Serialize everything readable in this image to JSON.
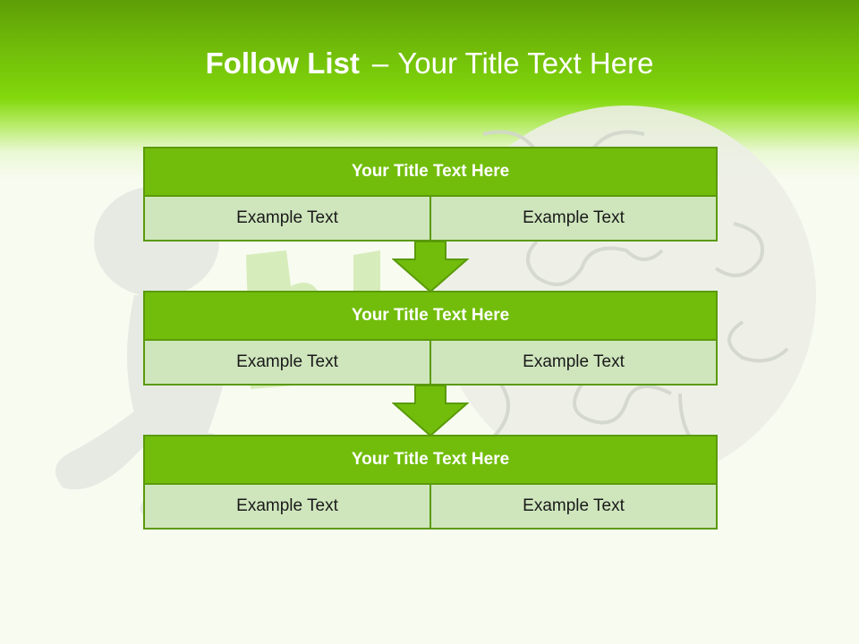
{
  "header": {
    "title_bold": "Follow List",
    "title_dash": "–",
    "title_rest": "Your Title Text Here"
  },
  "steps": [
    {
      "title": "Your Title Text Here",
      "cells": [
        "Example Text",
        "Example Text"
      ]
    },
    {
      "title": "Your Title Text Here",
      "cells": [
        "Example Text",
        "Example Text"
      ]
    },
    {
      "title": "Your Title Text Here",
      "cells": [
        "Example Text",
        "Example Text"
      ]
    }
  ],
  "colors": {
    "header_green": "#6fba09",
    "box_green": "#72bd0b",
    "cell_light_green": "#cfe6bd",
    "border_green": "#5a9a08"
  },
  "icons": {
    "background": "figure-pushing-puzzle-piece",
    "connector": "down-arrow-icon"
  }
}
